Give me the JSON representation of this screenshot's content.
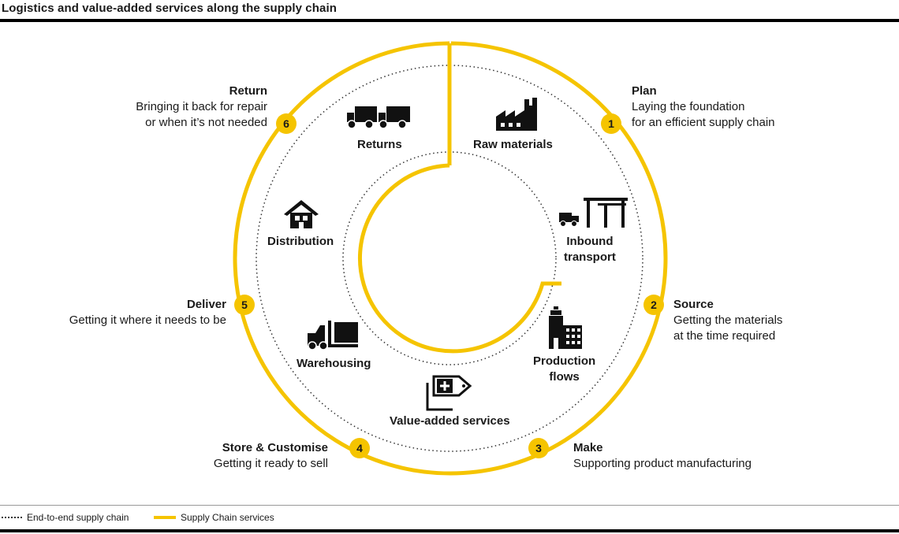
{
  "title": "Logistics and value-added services along the supply chain",
  "stages": [
    {
      "num": "1",
      "heading": "Plan",
      "desc1": "Laying the foundation",
      "desc2": "for an efficient supply chain"
    },
    {
      "num": "2",
      "heading": "Source",
      "desc1": "Getting the materials",
      "desc2": "at the time required"
    },
    {
      "num": "3",
      "heading": "Make",
      "desc1": "Supporting product manufacturing",
      "desc2": ""
    },
    {
      "num": "4",
      "heading": "Store & Customise",
      "desc1": "Getting it ready to sell",
      "desc2": ""
    },
    {
      "num": "5",
      "heading": "Deliver",
      "desc1": "Getting it where it needs to be",
      "desc2": ""
    },
    {
      "num": "6",
      "heading": "Return",
      "desc1": "Bringing it back for repair",
      "desc2": "or when it’s not needed"
    }
  ],
  "services": {
    "raw_materials": "Raw materials",
    "inbound_1": "Inbound",
    "inbound_2": "transport",
    "production_1": "Production",
    "production_2": "flows",
    "value_added": "Value-added services",
    "warehousing": "Warehousing",
    "distribution": "Distribution",
    "returns": "Returns"
  },
  "icons": {
    "raw_materials": "factory-icon",
    "inbound": "truck-warehouse-icon",
    "production": "production-building-icon",
    "value_added": "tag-plus-icon",
    "warehousing": "forklift-icon",
    "distribution": "house-icon",
    "returns": "trucks-icon"
  },
  "legend": {
    "dotted": "End-to-end supply chain",
    "solid": "Supply Chain services"
  },
  "colors": {
    "accent": "#f5c400",
    "text": "#1a1a1a"
  }
}
